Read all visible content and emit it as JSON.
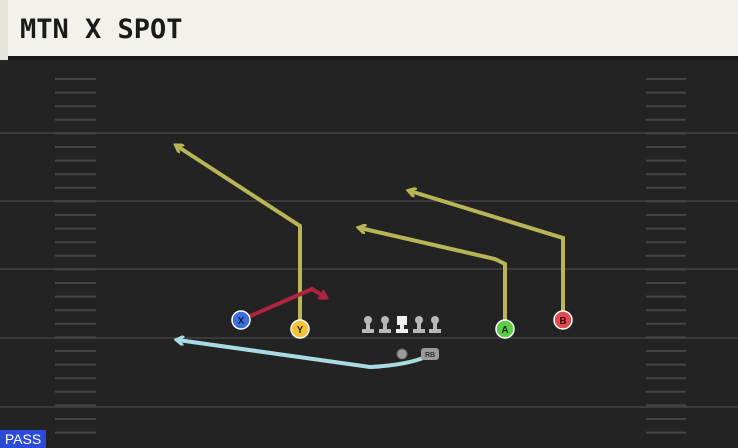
{
  "play": {
    "title": "MTN X SPOT"
  },
  "badge": {
    "label": "PASS"
  },
  "players": [
    {
      "id": "x",
      "label": "X",
      "color": "#3d6fdc"
    },
    {
      "id": "y",
      "label": "Y",
      "color": "#f2c53a"
    },
    {
      "id": "a",
      "label": "A",
      "color": "#5fcc48"
    },
    {
      "id": "b",
      "label": "B",
      "color": "#e04a52"
    },
    {
      "id": "rb",
      "label": "RB",
      "color": "#9a9a9a"
    }
  ],
  "colors": {
    "field": "#232323",
    "yard_line": "#3a3a3a",
    "hash_mark": "#444444",
    "route_primary": "#b9b557",
    "route_option": "#b0243c",
    "route_back": "#a9dbe5",
    "lineman": "#b8b8b8",
    "center": "#f0f0f0"
  },
  "icons": {
    "lineman": "lineman-icon",
    "center": "center-icon",
    "qb": "qb-marker-icon",
    "arrow": "arrowhead-icon"
  }
}
